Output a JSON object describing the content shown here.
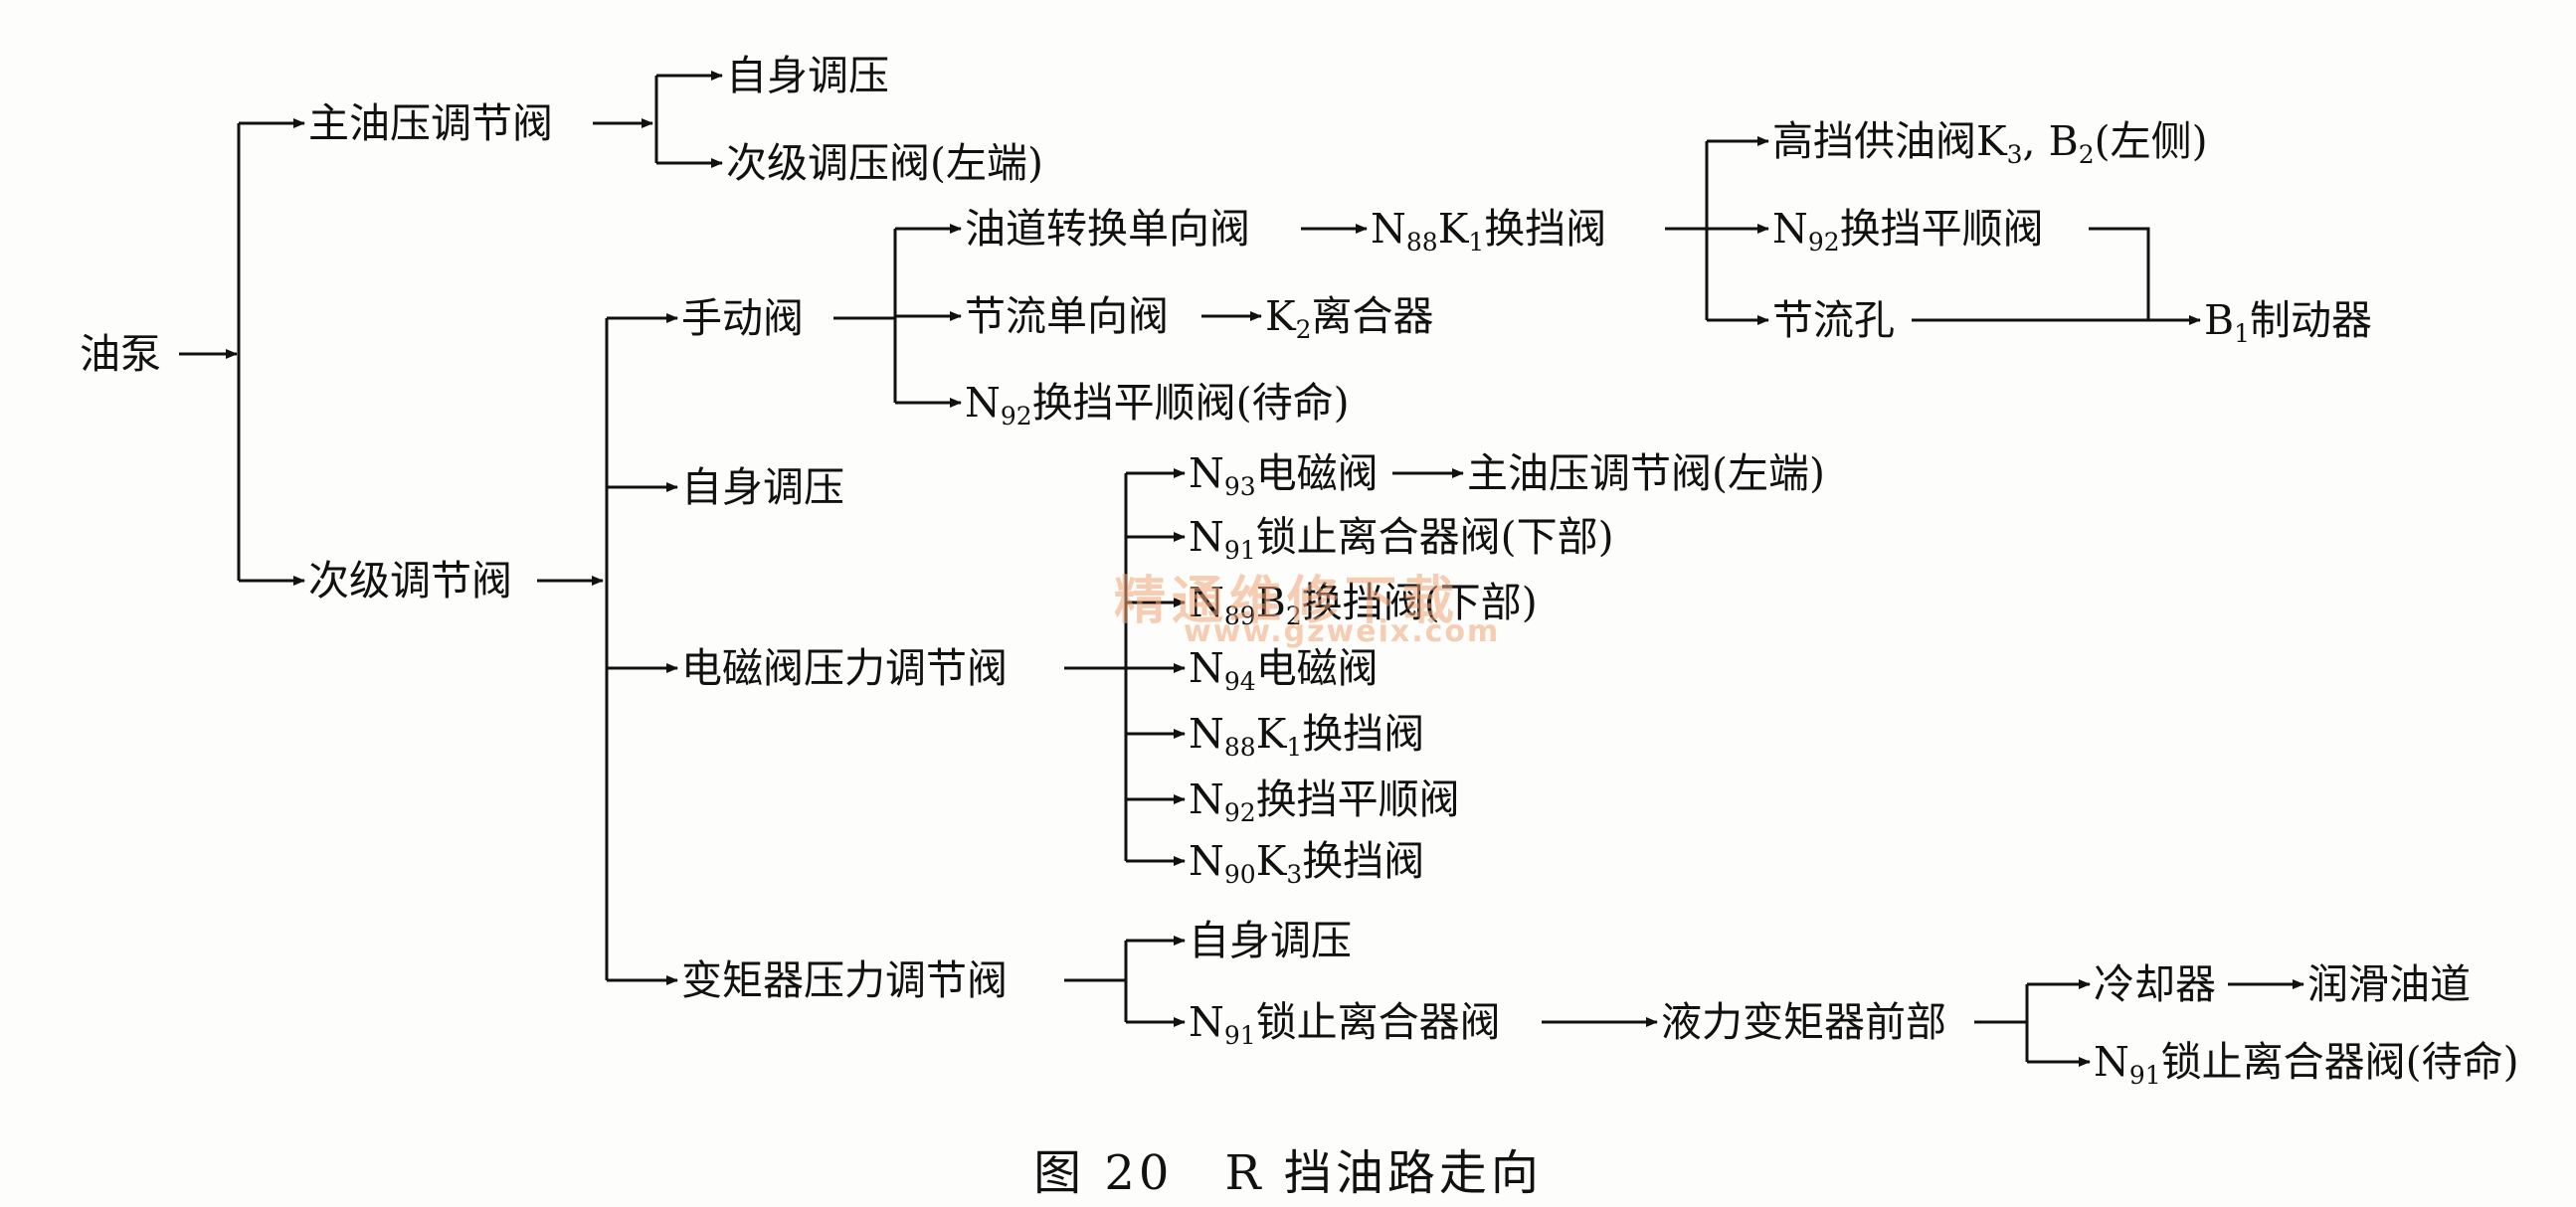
{
  "diagram": {
    "caption": "图 20　R 挡油路走向",
    "watermark": {
      "cn": "精通维修下载",
      "url": "www.gzweix.com"
    },
    "nodes": {
      "pump": {
        "parts": [
          [
            "油泵"
          ]
        ]
      },
      "main_reg": {
        "parts": [
          [
            "主油压调节阀"
          ]
        ]
      },
      "self_reg_1": {
        "parts": [
          [
            "自身调压"
          ]
        ]
      },
      "sec_reg_valve_left": {
        "parts": [
          [
            "次级调压阀(左端)"
          ]
        ]
      },
      "sec_reg": {
        "parts": [
          [
            "次级调节阀"
          ]
        ]
      },
      "manual": {
        "parts": [
          [
            "手动阀"
          ]
        ]
      },
      "self_reg_2": {
        "parts": [
          [
            "自身调压"
          ]
        ]
      },
      "solenoid_pr": {
        "parts": [
          [
            "电磁阀压力调节阀"
          ]
        ]
      },
      "tc_pr": {
        "parts": [
          [
            "变矩器压力调节阀"
          ]
        ]
      },
      "oil_check": {
        "parts": [
          [
            "油道转换单向阀"
          ]
        ]
      },
      "throttle_check": {
        "parts": [
          [
            "节流单向阀"
          ]
        ]
      },
      "n92_standby": {
        "parts": [
          [
            "N"
          ],
          [
            "92",
            "sub"
          ],
          [
            "换挡平顺阀(待命)"
          ]
        ]
      },
      "n88_k1_a": {
        "parts": [
          [
            "N"
          ],
          [
            "88",
            "sub"
          ],
          [
            "K"
          ],
          [
            "1",
            "sub"
          ],
          [
            "换挡阀"
          ]
        ]
      },
      "k2_clutch": {
        "parts": [
          [
            "K"
          ],
          [
            "2",
            "sub"
          ],
          [
            "离合器"
          ]
        ]
      },
      "high_supply": {
        "parts": [
          [
            "高挡供油阀K"
          ],
          [
            "3",
            "sub"
          ],
          [
            ", B"
          ],
          [
            "2",
            "sub"
          ],
          [
            "(左侧)"
          ]
        ]
      },
      "n92_smooth_a": {
        "parts": [
          [
            "N"
          ],
          [
            "92",
            "sub"
          ],
          [
            "换挡平顺阀"
          ]
        ]
      },
      "orifice": {
        "parts": [
          [
            "节流孔"
          ]
        ]
      },
      "b1_brake": {
        "parts": [
          [
            "B"
          ],
          [
            "1",
            "sub"
          ],
          [
            "制动器"
          ]
        ]
      },
      "n93": {
        "parts": [
          [
            "N"
          ],
          [
            "93",
            "sub"
          ],
          [
            "电磁阀"
          ]
        ]
      },
      "main_reg_left": {
        "parts": [
          [
            "主油压调节阀(左端)"
          ]
        ]
      },
      "n91_lower": {
        "parts": [
          [
            "N"
          ],
          [
            "91",
            "sub"
          ],
          [
            "锁止离合器阀(下部)"
          ]
        ]
      },
      "n89_b2": {
        "parts": [
          [
            "N"
          ],
          [
            "89",
            "sub"
          ],
          [
            "B"
          ],
          [
            "2",
            "sub"
          ],
          [
            "换挡阀(下部)"
          ]
        ]
      },
      "n94": {
        "parts": [
          [
            "N"
          ],
          [
            "94",
            "sub"
          ],
          [
            "电磁阀"
          ]
        ]
      },
      "n88_k1_b": {
        "parts": [
          [
            "N"
          ],
          [
            "88",
            "sub"
          ],
          [
            "K"
          ],
          [
            "1",
            "sub"
          ],
          [
            "换挡阀"
          ]
        ]
      },
      "n92_smooth_b": {
        "parts": [
          [
            "N"
          ],
          [
            "92",
            "sub"
          ],
          [
            "换挡平顺阀"
          ]
        ]
      },
      "n90_k3": {
        "parts": [
          [
            "N"
          ],
          [
            "90",
            "sub"
          ],
          [
            "K"
          ],
          [
            "3",
            "sub"
          ],
          [
            "换挡阀"
          ]
        ]
      },
      "self_reg_3": {
        "parts": [
          [
            "自身调压"
          ]
        ]
      },
      "n91_lock": {
        "parts": [
          [
            "N"
          ],
          [
            "91",
            "sub"
          ],
          [
            "锁止离合器阀"
          ]
        ]
      },
      "tc_front": {
        "parts": [
          [
            "液力变矩器前部"
          ]
        ]
      },
      "cooler": {
        "parts": [
          [
            "冷却器"
          ]
        ]
      },
      "lube": {
        "parts": [
          [
            "润滑油道"
          ]
        ]
      },
      "n91_standby": {
        "parts": [
          [
            "N"
          ],
          [
            "91",
            "sub"
          ],
          [
            "锁止离合器阀(待命)"
          ]
        ]
      }
    }
  }
}
